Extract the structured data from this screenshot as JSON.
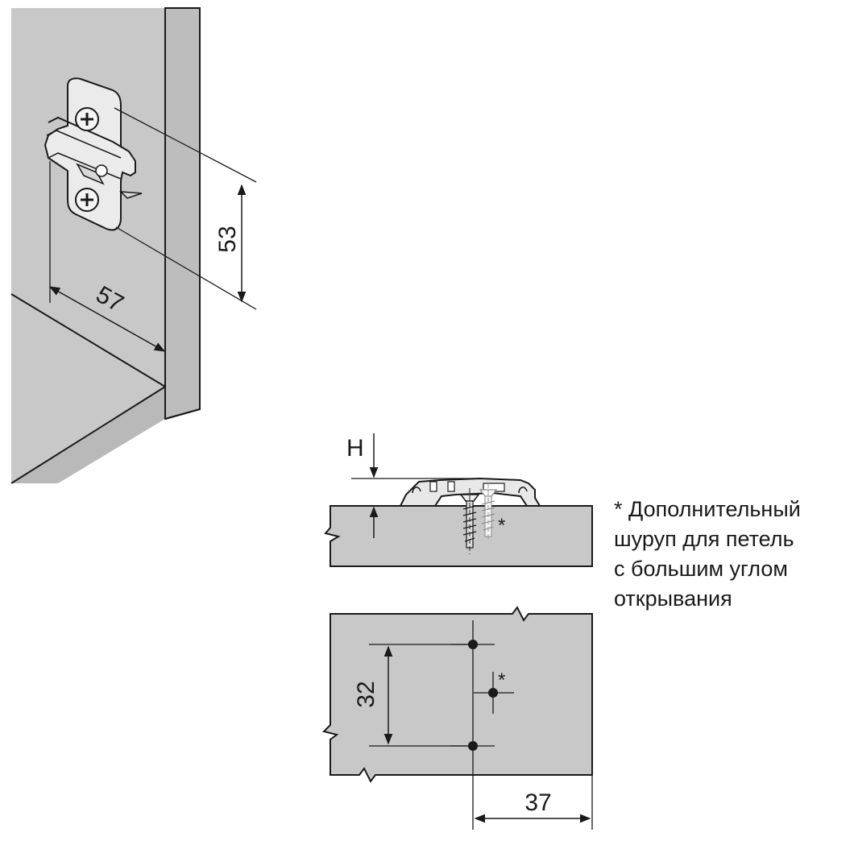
{
  "dimensions": {
    "mount_height": "53",
    "depth_from_edge": "57",
    "plate_height": "H",
    "hole_spacing": "32",
    "hole_offset": "37"
  },
  "markers": {
    "asterisk": "*"
  },
  "note": {
    "lines": [
      "* Дополнительный",
      "шуруп для петель",
      "с большим углом",
      "открывания"
    ]
  },
  "colors": {
    "panel": "#c8c8c8",
    "panel_dark": "#b9b9b9",
    "line": "#1a1a1a",
    "metal": "#ebebeb"
  }
}
